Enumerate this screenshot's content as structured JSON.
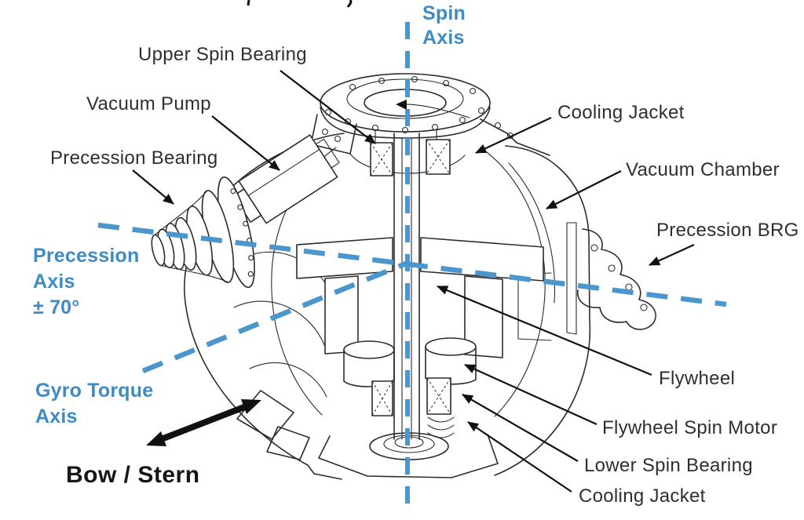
{
  "colors": {
    "axis-blue": "#4C96CE",
    "axis-text-blue": "#3F8BC4",
    "ink": "#2F2F2F"
  },
  "axes": {
    "spin": {
      "line1": "Spin",
      "line2": "Axis"
    },
    "precession": {
      "line1": "Precession",
      "line2": "Axis",
      "line3": "± 70°"
    },
    "gyro_torque": {
      "line1": "Gyro Torque",
      "line2": "Axis"
    }
  },
  "part_labels": {
    "upper_spin_bearing": "Upper Spin Bearing",
    "vacuum_pump": "Vacuum Pump",
    "precession_bearing": "Precession Bearing",
    "cooling_jacket_top": "Cooling Jacket",
    "vacuum_chamber": "Vacuum Chamber",
    "precession_brg": "Precession BRG",
    "flywheel": "Flywheel",
    "flywheel_spin_motor": "Flywheel Spin Motor",
    "lower_spin_bearing": "Lower Spin Bearing",
    "cooling_jacket_bottom": "Cooling Jacket"
  },
  "direction": {
    "bow_stern": "Bow / Stern"
  }
}
